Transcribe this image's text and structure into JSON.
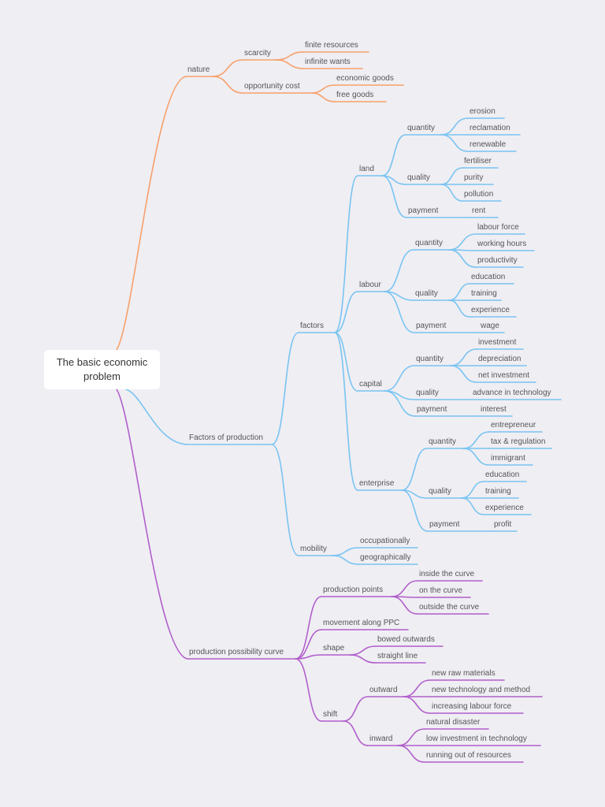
{
  "root": {
    "label": "The basic economic problem"
  },
  "colors": {
    "background": "#efeef3",
    "orange": "#f7a06b",
    "blue": "#79c4f2",
    "purple": "#b15fcb",
    "text": "#555558"
  },
  "branches": [
    {
      "id": "b0",
      "label": "nature",
      "color": "#f7a06b",
      "children": [
        {
          "id": "b0c0",
          "label": "scarcity",
          "children": [
            {
              "id": "b0c0a",
              "label": "finite resources"
            },
            {
              "id": "b0c0b",
              "label": "infinite wants"
            }
          ]
        },
        {
          "id": "b0c1",
          "label": "opportunity cost",
          "children": [
            {
              "id": "b0c1a",
              "label": "economic goods"
            },
            {
              "id": "b0c1b",
              "label": "free goods"
            }
          ]
        }
      ]
    },
    {
      "id": "b1",
      "label": "Factors of production",
      "color": "#79c4f2",
      "children": [
        {
          "id": "f",
          "label": "factors",
          "children": [
            {
              "id": "fl",
              "label": "land",
              "children": [
                {
                  "id": "flq",
                  "label": "quantity",
                  "children": [
                    {
                      "id": "flq1",
                      "label": "erosion"
                    },
                    {
                      "id": "flq2",
                      "label": "reclamation"
                    },
                    {
                      "id": "flq3",
                      "label": "renewable"
                    }
                  ]
                },
                {
                  "id": "flu",
                  "label": "quality",
                  "children": [
                    {
                      "id": "flu1",
                      "label": "fertiliser"
                    },
                    {
                      "id": "flu2",
                      "label": "purity"
                    },
                    {
                      "id": "flu3",
                      "label": "pollution"
                    }
                  ]
                },
                {
                  "id": "flp",
                  "label": "payment",
                  "children": [
                    {
                      "id": "flp1",
                      "label": "rent"
                    }
                  ]
                }
              ]
            },
            {
              "id": "fb",
              "label": "labour",
              "children": [
                {
                  "id": "fbq",
                  "label": "quantity",
                  "children": [
                    {
                      "id": "fbq1",
                      "label": "labour force"
                    },
                    {
                      "id": "fbq2",
                      "label": "working hours"
                    },
                    {
                      "id": "fbq3",
                      "label": "productivity"
                    }
                  ]
                },
                {
                  "id": "fbu",
                  "label": "quality",
                  "children": [
                    {
                      "id": "fbu1",
                      "label": "education"
                    },
                    {
                      "id": "fbu2",
                      "label": "training"
                    },
                    {
                      "id": "fbu3",
                      "label": "experience"
                    }
                  ]
                },
                {
                  "id": "fbp",
                  "label": "payment",
                  "children": [
                    {
                      "id": "fbp1",
                      "label": "wage"
                    }
                  ]
                }
              ]
            },
            {
              "id": "fc",
              "label": "capital",
              "children": [
                {
                  "id": "fcq",
                  "label": "quantity",
                  "children": [
                    {
                      "id": "fcq1",
                      "label": "investment"
                    },
                    {
                      "id": "fcq2",
                      "label": "depreciation"
                    },
                    {
                      "id": "fcq3",
                      "label": "net investment"
                    }
                  ]
                },
                {
                  "id": "fcu",
                  "label": "quality",
                  "children": [
                    {
                      "id": "fcu1",
                      "label": "advance in technology"
                    }
                  ]
                },
                {
                  "id": "fcp",
                  "label": "payment",
                  "children": [
                    {
                      "id": "fcp1",
                      "label": "interest"
                    }
                  ]
                }
              ]
            },
            {
              "id": "fe",
              "label": "enterprise",
              "children": [
                {
                  "id": "feq",
                  "label": "quantity",
                  "children": [
                    {
                      "id": "feq1",
                      "label": "entrepreneur"
                    },
                    {
                      "id": "feq2",
                      "label": "tax & regulation"
                    },
                    {
                      "id": "feq3",
                      "label": "immigrant"
                    }
                  ]
                },
                {
                  "id": "feu",
                  "label": "quality",
                  "children": [
                    {
                      "id": "feu1",
                      "label": "education"
                    },
                    {
                      "id": "feu2",
                      "label": "training"
                    },
                    {
                      "id": "feu3",
                      "label": "experience"
                    }
                  ]
                },
                {
                  "id": "fep",
                  "label": "payment",
                  "children": [
                    {
                      "id": "fep1",
                      "label": "profit"
                    }
                  ]
                }
              ]
            }
          ]
        },
        {
          "id": "m",
          "label": "mobility",
          "children": [
            {
              "id": "m1",
              "label": "occupationally"
            },
            {
              "id": "m2",
              "label": "geographically"
            }
          ]
        }
      ]
    },
    {
      "id": "b2",
      "label": "production possibility curve",
      "color": "#b15fcb",
      "children": [
        {
          "id": "pp",
          "label": "production points",
          "children": [
            {
              "id": "pp1",
              "label": "inside the curve"
            },
            {
              "id": "pp2",
              "label": "on the curve"
            },
            {
              "id": "pp3",
              "label": "outside the curve"
            }
          ]
        },
        {
          "id": "pm",
          "label": "movement along PPC"
        },
        {
          "id": "ps",
          "label": "shape",
          "children": [
            {
              "id": "ps1",
              "label": "bowed outwards"
            },
            {
              "id": "ps2",
              "label": "straight line"
            }
          ]
        },
        {
          "id": "pf",
          "label": "shift",
          "children": [
            {
              "id": "po",
              "label": "outward",
              "children": [
                {
                  "id": "po1",
                  "label": "new raw materials"
                },
                {
                  "id": "po2",
                  "label": "new technology and method"
                },
                {
                  "id": "po3",
                  "label": "increasing labour force"
                }
              ]
            },
            {
              "id": "pi",
              "label": "inward",
              "children": [
                {
                  "id": "pi1",
                  "label": "natural disaster"
                },
                {
                  "id": "pi2",
                  "label": "low investment in technology"
                },
                {
                  "id": "pi3",
                  "label": "running out of resources"
                }
              ]
            }
          ]
        }
      ]
    }
  ]
}
